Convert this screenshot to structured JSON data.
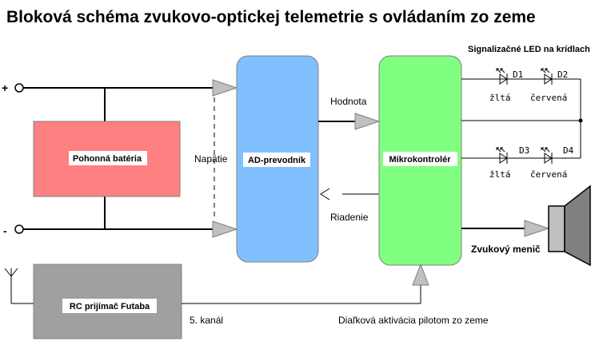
{
  "title": "Bloková schéma zvukovo-optickej telemetrie s ovládaním zo zeme",
  "led_header": "Signalizačné LED na krídlach",
  "terminals": {
    "plus": "+",
    "minus": "-"
  },
  "blocks": {
    "battery": "Pohonná batéria",
    "adc": "AD-prevodník",
    "mcu": "Mikrokontrolér",
    "rc": "RC prijímač Futaba"
  },
  "signals": {
    "voltage": "Napätie",
    "value": "Hodnota",
    "control": "Riadenie",
    "speaker": "Zvukový menič",
    "channel": "5. kanál",
    "remote": "Diaľková aktivácia pilotom zo zeme"
  },
  "leds": [
    {
      "id": "D1",
      "color_label": "žltá"
    },
    {
      "id": "D2",
      "color_label": "červená"
    },
    {
      "id": "D3",
      "color_label": "žltá"
    },
    {
      "id": "D4",
      "color_label": "červená"
    }
  ],
  "colors": {
    "battery": "#ff8080",
    "adc": "#80c0ff",
    "mcu": "#80ff80",
    "rc": "#a0a0a0",
    "speaker": "#808080",
    "arrow": "#c0c0c0"
  }
}
